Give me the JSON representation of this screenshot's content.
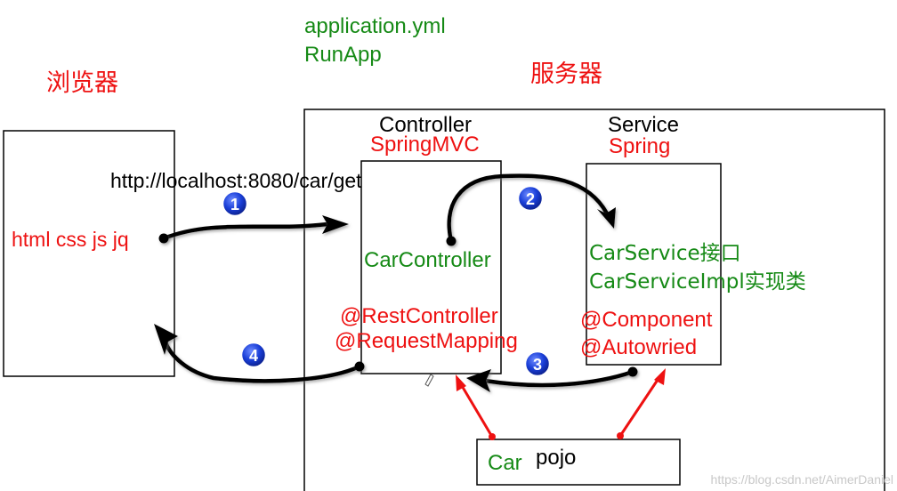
{
  "config_files": [
    "application.yml",
    "RunApp"
  ],
  "browser": {
    "title": "浏览器",
    "tech": "html css js jq"
  },
  "server": {
    "title": "服务器"
  },
  "controller": {
    "label": "Controller",
    "framework": "SpringMVC",
    "class_name": "CarController",
    "annotations": [
      "@RestController",
      "@RequestMapping"
    ]
  },
  "service": {
    "label": "Service",
    "framework": "Spring",
    "interface_name": "CarService接口",
    "impl_name": "CarServiceImpl实现类",
    "annotations": [
      "@Component",
      "@Autowried"
    ]
  },
  "request_url": "http://localhost:8080/car/get",
  "pojo": {
    "class_name": "Car",
    "label": "pojo"
  },
  "steps": [
    "1",
    "2",
    "3",
    "4"
  ],
  "watermark": "https://blog.csdn.net/AimerDaniel",
  "colors": {
    "green": "#168a16",
    "red": "#ee1111",
    "black": "#000000",
    "badge": "#1a3fd8",
    "watermark": "#c8c8c8"
  }
}
